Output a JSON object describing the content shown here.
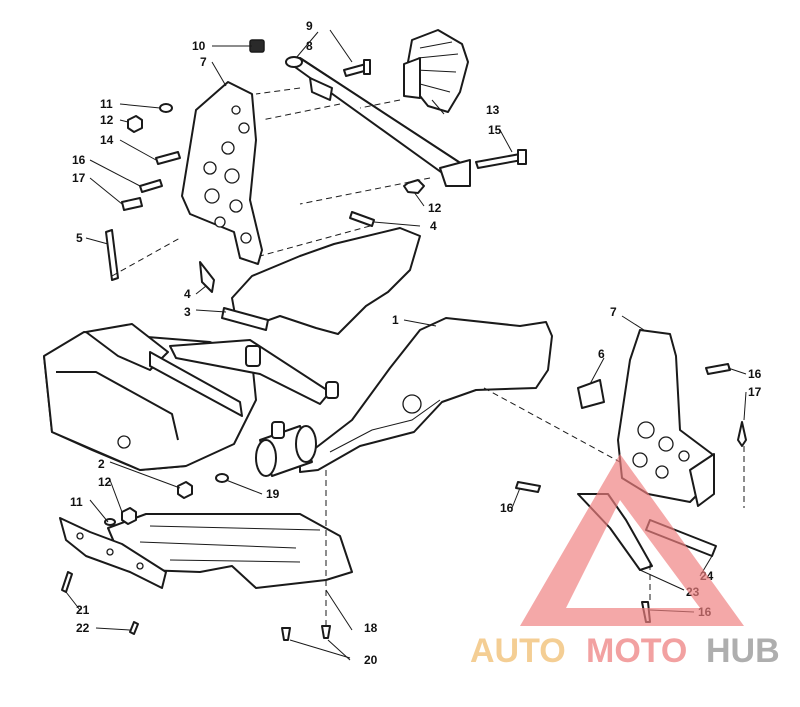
{
  "diagram": {
    "callouts": {
      "c1": "1",
      "c2": "2",
      "c3": "3",
      "c4a": "4",
      "c4b": "4",
      "c5": "5",
      "c6": "6",
      "c7a": "7",
      "c7b": "7",
      "c8": "8",
      "c9": "9",
      "c10": "10",
      "c11a": "11",
      "c11b": "11",
      "c12a": "12",
      "c12b": "12",
      "c12c": "12",
      "c13": "13",
      "c14": "14",
      "c15": "15",
      "c16a": "16",
      "c16b": "16",
      "c16c": "16",
      "c16d": "16",
      "c17a": "17",
      "c17b": "17",
      "c18": "18",
      "c19": "19",
      "c20": "20",
      "c21": "21",
      "c22": "22",
      "c23": "23",
      "c24": "24"
    }
  },
  "watermark": {
    "brand_part1": "AUTO",
    "brand_part2": "MOTO",
    "brand_part3": "HUB",
    "colors": {
      "auto": "#f2c27a",
      "moto": "#f08a8a",
      "hub": "#9a9a9a",
      "triangle": "#ef7f7f"
    }
  }
}
